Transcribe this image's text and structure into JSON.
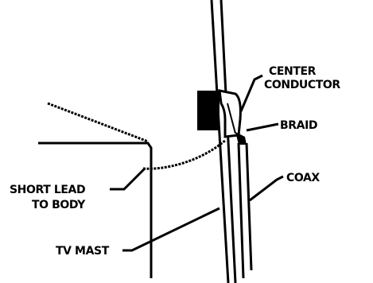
{
  "labels": {
    "center_conductor_line1": "CENTER",
    "center_conductor_line2": "CONDUCTOR",
    "braid": "BRAID",
    "coax": "COAX",
    "short_lead_line1": "SHORT LEAD",
    "short_lead_line2": "TO BODY",
    "tv_mast": "TV MAST"
  },
  "colors": {
    "ink": "#000000",
    "background": "#ffffff"
  }
}
